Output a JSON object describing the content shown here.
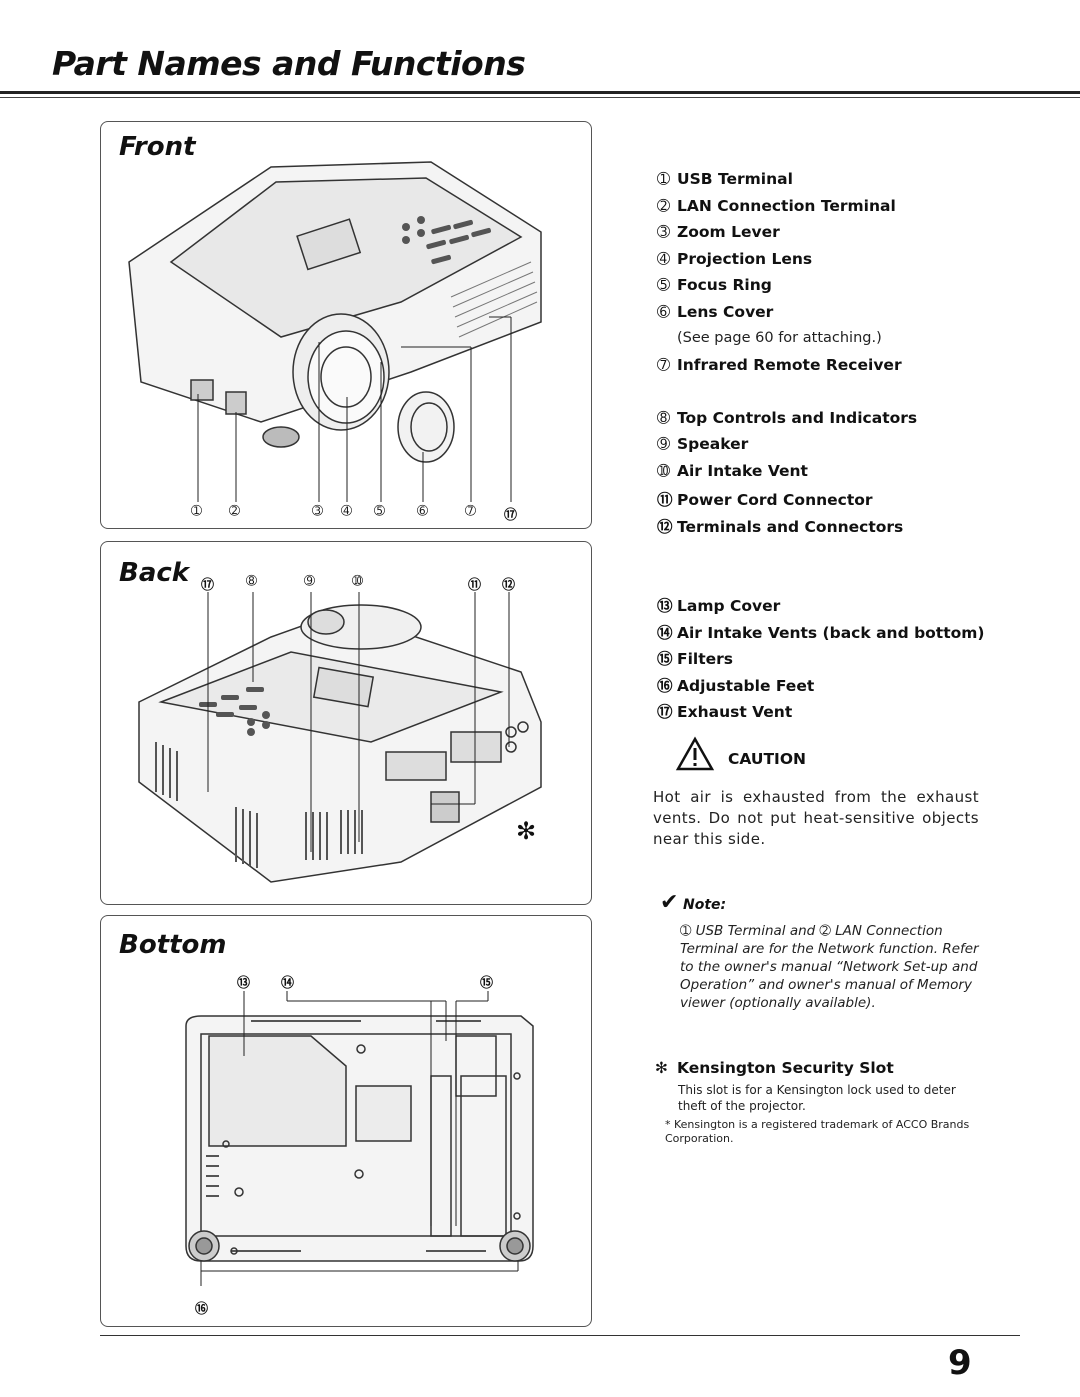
{
  "page": {
    "title": "Part Names and Functions",
    "number": "9"
  },
  "panels": {
    "front": {
      "title": "Front",
      "callouts": [
        "➀",
        "➁",
        "➂",
        "➃",
        "➄",
        "➅",
        "➆",
        "⑰"
      ]
    },
    "back": {
      "title": "Back",
      "callouts": [
        "⑰",
        "➇",
        "➈",
        "➉",
        "⑪",
        "⑫"
      ],
      "kensington_mark": "✻"
    },
    "bottom": {
      "title": "Bottom",
      "callouts_top": [
        "⑬",
        "⑭",
        "⑮"
      ],
      "callout_feet": "⑯"
    }
  },
  "parts": [
    {
      "num": "➀",
      "label": "USB Terminal"
    },
    {
      "num": "➁",
      "label": "LAN Connection Terminal"
    },
    {
      "num": "➂",
      "label": "Zoom Lever"
    },
    {
      "num": "➃",
      "label": "Projection Lens"
    },
    {
      "num": "➄",
      "label": "Focus Ring"
    },
    {
      "num": "➅",
      "label": "Lens Cover"
    },
    {
      "num": "➆",
      "label": "Infrared Remote Receiver"
    },
    {
      "num": "➇",
      "label": "Top Controls and Indicators"
    },
    {
      "num": "➈",
      "label": "Speaker"
    },
    {
      "num": "➉",
      "label": "Air Intake Vent"
    },
    {
      "num": "⑪",
      "label": "Power Cord Connector"
    },
    {
      "num": "⑫",
      "label": "Terminals and Connectors"
    },
    {
      "num": "⑬",
      "label": "Lamp Cover"
    },
    {
      "num": "⑭",
      "label": "Air Intake Vents (back and bottom)"
    },
    {
      "num": "⑮",
      "label": "Filters"
    },
    {
      "num": "⑯",
      "label": "Adjustable Feet"
    },
    {
      "num": "⑰",
      "label": "Exhaust Vent"
    }
  ],
  "lens_cover_note": "(See page 60 for attaching.)",
  "caution": {
    "heading": "CAUTION",
    "body": "Hot air is exhausted from the exhaust vents.  Do not put heat-sensitive objects near this side."
  },
  "note": {
    "label": "Note:",
    "body": "➀ USB Terminal and ➁ LAN Connection Terminal are for the Network function.  Refer to the owner's manual “Network Set-up and Operation” and owner's manual of Memory viewer (optionally available)."
  },
  "kensington": {
    "mark": "✻",
    "heading": "Kensington Security Slot",
    "body": "This slot is for a Kensington lock used to deter theft of the projector.",
    "footnote": "*  Kensington is a registered trademark of ACCO Brands Corporation."
  }
}
